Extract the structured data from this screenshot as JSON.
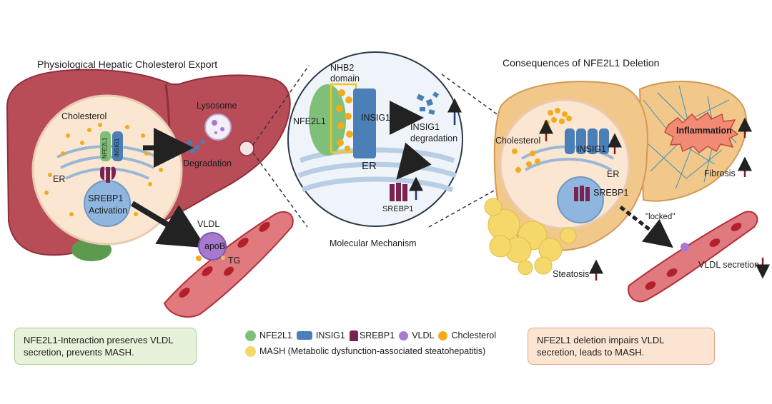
{
  "left_panel": {
    "title": "Physiological Hepatic Cholesterol Export",
    "labels": {
      "cholesterol": "Cholesterol",
      "nfe2l1": "NFE2L1",
      "insig1": "INSIG1",
      "er": "ER",
      "srebp1": "SREBP1",
      "activation": "Activation",
      "lysosome": "Lysosome",
      "degradation": "Degradation",
      "vldl": "VLDL",
      "apob": "apoB",
      "tg": "TG"
    },
    "summary": "NFE2L1-Interaction preserves VLDL secretion, prevents MASH."
  },
  "center_panel": {
    "labels": {
      "nhb2_domain": "NHB2 domain",
      "nfe2l1": "NFE2L1",
      "insig1": "INSIG1",
      "insig1_degradation": "INSIG1 degradation",
      "er": "ER",
      "srebp1": "SREBP1"
    },
    "caption": "Molecular Mechanism"
  },
  "right_panel": {
    "title": "Consequences of NFE2L1 Deletion",
    "labels": {
      "cholesterol": "Cholesterol",
      "insig1": "INSIG1",
      "er": "ER",
      "srebp1": "SREBP1",
      "inflammation": "Inflammation",
      "fibrosis": "Fibrosis",
      "locked": "\"locked\"",
      "steatosis": "Steatosis",
      "vldl_secretion": "VLDL secretion"
    },
    "summary": "NFE2L1 deletion impairs VLDL secretion, leads to MASH."
  },
  "legend": {
    "items": [
      {
        "label": "NFE2L1",
        "color": "#7fbf7a"
      },
      {
        "label": "INSIG1",
        "color": "#4a7fb8"
      },
      {
        "label": "SREBP1",
        "color": "#7a2350"
      },
      {
        "label": "VLDL",
        "color": "#a77ad0"
      },
      {
        "label": "Chclesterol",
        "color": "#f0ac1c"
      }
    ],
    "mash": {
      "label": "MASH (Metabolic dysfunction-associated steatohepatitis)",
      "color": "#f4d86a"
    }
  },
  "colors": {
    "liver": "#b84d58",
    "liver_dark": "#8e2f3b",
    "cell": "#fbe6d2",
    "nucleus": "#8fb6df",
    "vessel": "#c94a50",
    "rbc": "#b3202c",
    "up_red": "#8b1a1a",
    "up_blue": "#1f3a6e",
    "left_box": "#e6f2d9",
    "right_box": "#fbe4d2"
  }
}
